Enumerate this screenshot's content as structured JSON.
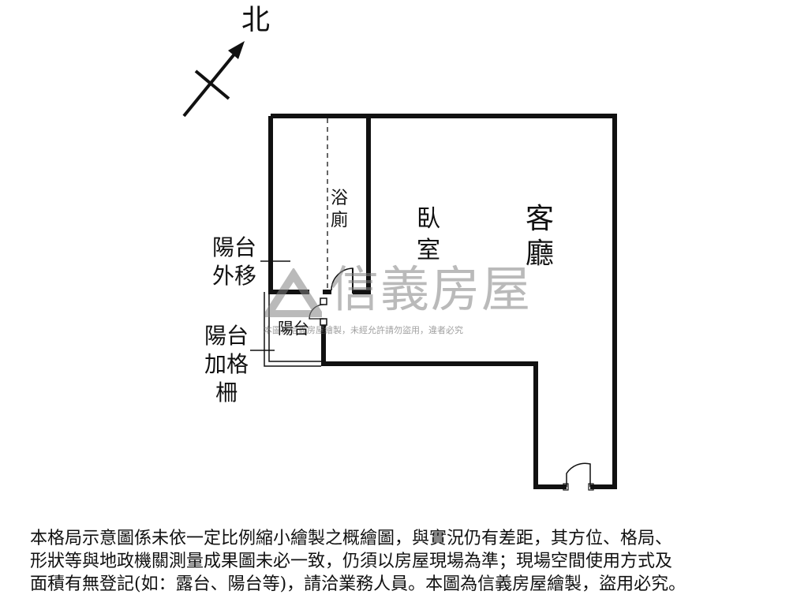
{
  "compass": {
    "label": "北"
  },
  "rooms": {
    "bathroom": "浴廁",
    "bedroom": "臥室",
    "living_room": "客廳",
    "balcony": "陽台"
  },
  "annotations": {
    "balcony_moved_out": "陽台外移",
    "balcony_grille": "陽台加格柵"
  },
  "watermark": {
    "brand": "信義房屋",
    "notice": "本圖為信義房屋繪製，未經允許請勿盜用，違者必究"
  },
  "disclaimer": {
    "line1": "本格局示意圖係未依一定比例縮小繪製之概繪圖，與實況仍有差距，其方位、格局、",
    "line2": "形狀等與地政機關測量成果圖未必一致，仍須以房屋現場為準；現場空間使用方式及",
    "line3": "面積有無登記(如：露台、陽台等)，請洽業務人員。本圖為信義房屋繪製，盜用必究。"
  }
}
